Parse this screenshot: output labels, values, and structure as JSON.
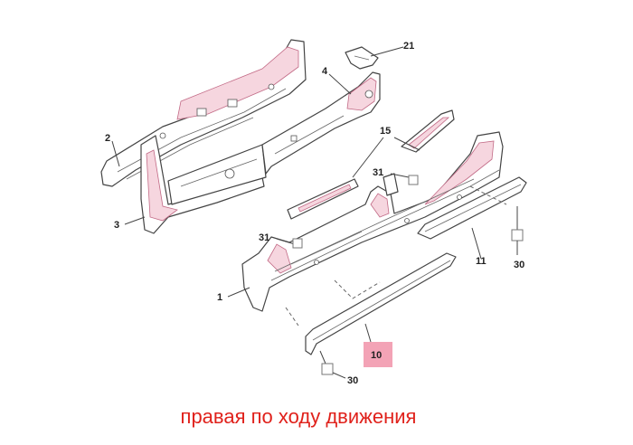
{
  "callouts": {
    "c21": "21",
    "c4": "4",
    "c2": "2",
    "c15": "15",
    "c31a": "31",
    "c3": "3",
    "c31b": "31",
    "c11": "11",
    "c30a": "30",
    "c1": "1",
    "c10": "10",
    "c30b": "30"
  },
  "highlight_color": "#f3a3b6",
  "caption": "правая по ходу движения",
  "caption_color": "#e0211b"
}
